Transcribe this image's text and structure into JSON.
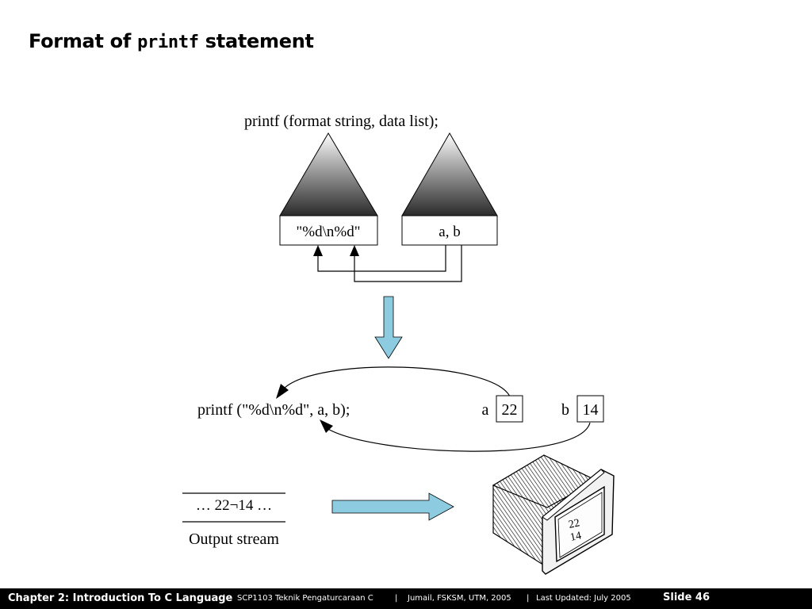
{
  "slide": {
    "title_prefix": "Format of ",
    "title_code": "printf",
    "title_suffix": " statement"
  },
  "diagram": {
    "top_statement": "printf (format string, data list);",
    "format_box": "\"%d\\n%d\"",
    "data_box": "a, b",
    "bottom_statement": "printf (\"%d\\n%d\", a, b);",
    "var_a_name": "a",
    "var_a_value": "22",
    "var_b_name": "b",
    "var_b_value": "14",
    "output_stream_content": "… 22¬14 …",
    "output_stream_label": "Output stream",
    "screen_line1": "22",
    "screen_line2": "14",
    "arrow_color": "#8ccbe0"
  },
  "footer": {
    "chapter": "Chapter 2: Introduction To C Language",
    "sep1": "|",
    "course": "SCP1103   Teknik Pengaturcaraan C",
    "sep2": "|",
    "author": "Jumail, FSKSM, UTM, 2005",
    "sep3": "|",
    "updated": "Last Updated: July 2005",
    "slide_number": "Slide 46"
  }
}
